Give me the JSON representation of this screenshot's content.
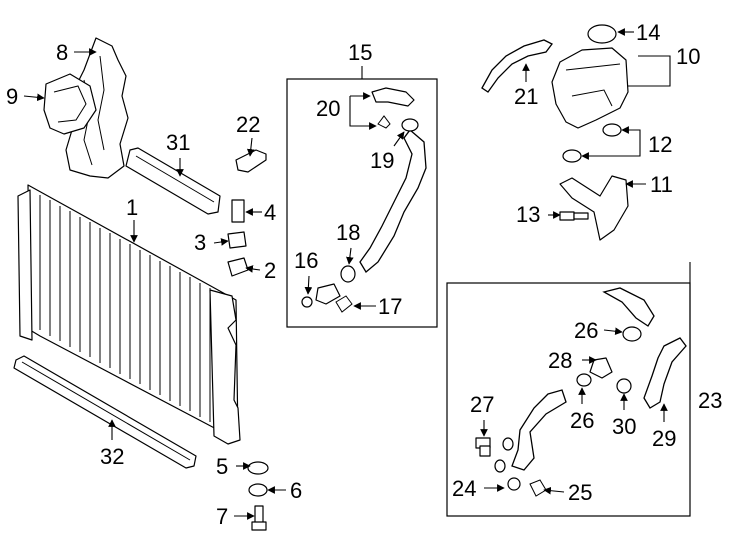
{
  "callouts": {
    "c1": "1",
    "c2": "2",
    "c3": "3",
    "c4": "4",
    "c5": "5",
    "c6": "6",
    "c7": "7",
    "c8": "8",
    "c9": "9",
    "c10": "10",
    "c11": "11",
    "c12": "12",
    "c13": "13",
    "c14": "14",
    "c15": "15",
    "c16": "16",
    "c17": "17",
    "c18": "18",
    "c19": "19",
    "c20": "20",
    "c21": "21",
    "c22": "22",
    "c23": "23",
    "c24": "24",
    "c25": "25",
    "c26a": "26",
    "c26b": "26",
    "c27": "27",
    "c28": "28",
    "c29": "29",
    "c30": "30",
    "c31": "31",
    "c32": "32"
  }
}
